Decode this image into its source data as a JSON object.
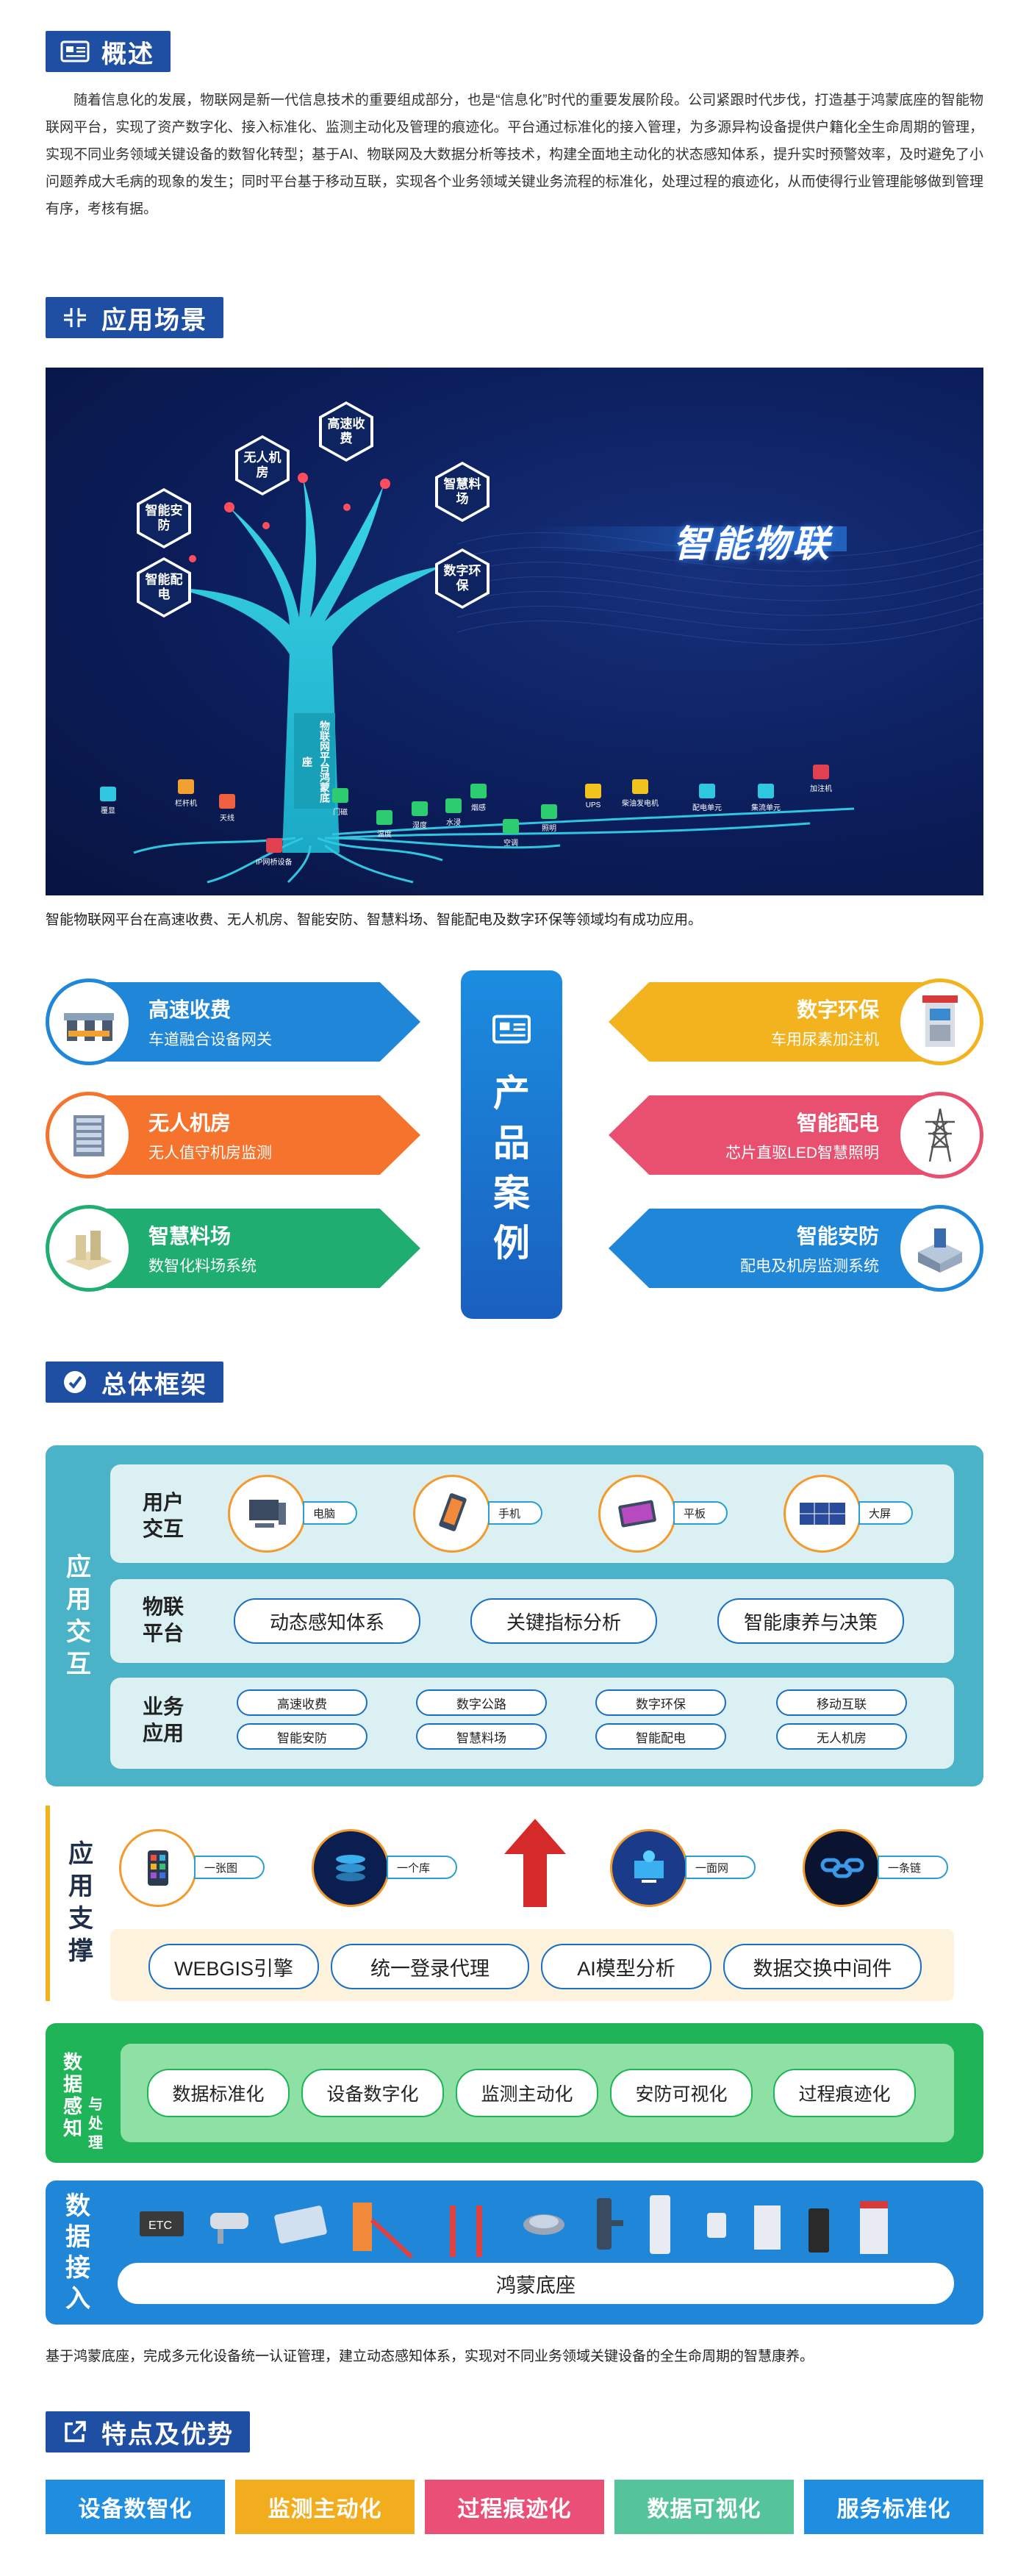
{
  "overview": {
    "title": "概述",
    "text": "随着信息化的发展，物联网是新一代信息技术的重要组成部分，也是“信息化”时代的重要发展阶段。公司紧跟时代步伐，打造基于鸿蒙底座的智能物联网平台，实现了资产数字化、接入标准化、监测主动化及管理的痕迹化。平台通过标准化的接入管理，为多源异构设备提供户籍化全生命周期的管理，实现不同业务领域关键设备的数智化转型；基于AI、物联网及大数据分析等技术，构建全面地主动化的状态感知体系，提升实时预警效率，及时避免了小问题养成大毛病的现象的发生；同时平台基于移动互联，实现各个业务领域关键业务流程的标准化，处理过程的痕迹化，从而使得行业管理能够做到管理有序，考核有据。"
  },
  "scenes": {
    "title": "应用场景",
    "image_title": "智能物联",
    "trunk_text": "物联网平台鸿蒙底座",
    "hexes": [
      "高速收费",
      "无人机房",
      "智能安防",
      "智能配电",
      "智慧料场",
      "数字环保"
    ],
    "devices": [
      "覆显",
      "栏杆机",
      "天线",
      "IP网桥设备",
      "门磁",
      "温度",
      "湿度",
      "水浸",
      "烟感",
      "空调",
      "照明",
      "UPS",
      "柴油发电机",
      "配电单元",
      "集流单元",
      "加注机"
    ],
    "caption": "智能物联网平台在高速收费、无人机房、智能安防、智慧料场、智能配电及数字环保等领域均有成功应用。"
  },
  "cases": {
    "center_title": "产品案例",
    "left": [
      {
        "title": "高速收费",
        "sub": "车道融合设备网关",
        "color": "#1f86d8",
        "icon": "toll-lane-icon"
      },
      {
        "title": "无人机房",
        "sub": "无人值守机房监测",
        "color": "#f5732c",
        "icon": "server-room-icon"
      },
      {
        "title": "智慧料场",
        "sub": "数智化料场系统",
        "color": "#1fad71",
        "icon": "material-yard-icon"
      }
    ],
    "right": [
      {
        "title": "数字环保",
        "sub": "车用尿素加注机",
        "color": "#f2b31f",
        "icon": "urea-dispenser-icon"
      },
      {
        "title": "智能配电",
        "sub": "芯片直驱LED智慧照明",
        "color": "#e94f6e",
        "icon": "power-tower-icon"
      },
      {
        "title": "智能安防",
        "sub": "配电及机房监测系统",
        "color": "#1f86d8",
        "icon": "substation-icon"
      }
    ]
  },
  "framework": {
    "title": "总体框架",
    "app_interaction": {
      "label": "应用交互",
      "user_interaction": {
        "label": "用户交互",
        "items": [
          "电脑",
          "手机",
          "平板",
          "大屏"
        ]
      },
      "iot_platform": {
        "label": "物联平台",
        "items": [
          "动态感知体系",
          "关键指标分析",
          "智能康养与决策"
        ]
      },
      "business": {
        "label": "业务应用",
        "items": [
          "高速收费",
          "数字公路",
          "数字环保",
          "移动互联",
          "智能安防",
          "智慧料场",
          "智能配电",
          "无人机房"
        ]
      }
    },
    "app_support": {
      "label": "应用支撑",
      "icons": [
        "一张图",
        "一个库",
        "一面网",
        "一条链"
      ],
      "items": [
        "WEBGIS引擎",
        "统一登录代理",
        "AI模型分析",
        "数据交换中间件"
      ]
    },
    "data_processing": {
      "label_a": "数据感知",
      "label_b": "与处理",
      "items": [
        "数据标准化",
        "设备数字化",
        "监测主动化",
        "安防可视化",
        "过程痕迹化"
      ]
    },
    "data_access": {
      "label": "数据接入",
      "base": "鸿蒙底座"
    },
    "caption": "基于鸿蒙底座，完成多元化设备统一认证管理，建立动态感知体系，实现对不同业务领域关键设备的全生命周期的智慧康养。"
  },
  "features": {
    "title": "特点及优势",
    "items": [
      {
        "label": "设备数智化",
        "color": "#1f8ee0"
      },
      {
        "label": "监测主动化",
        "color": "#f2ad1e"
      },
      {
        "label": "过程痕迹化",
        "color": "#ea4f78"
      },
      {
        "label": "数据可视化",
        "color": "#55c49a"
      },
      {
        "label": "服务标准化",
        "color": "#1f8ee0"
      }
    ]
  }
}
